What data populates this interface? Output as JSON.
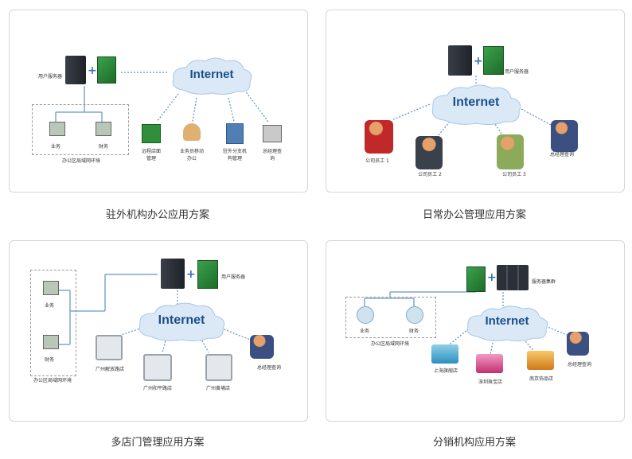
{
  "panels": [
    {
      "caption": "驻外机构办公应用方案",
      "cloud_text": "Internet",
      "user_server_label": "用户服务器",
      "lan_label": "办公区局域网环境",
      "dept_1": "业务",
      "dept_2": "财务",
      "remote_1": "远程店面管理",
      "remote_2": "业务员移动办公",
      "remote_3": "驻外分支机构管理",
      "remote_4": "总经理查询"
    },
    {
      "caption": "日常办公管理应用方案",
      "cloud_text": "Internet",
      "user_server_label": "用户服务器",
      "staff_1": "公司员工 1",
      "staff_2": "公司员工 2",
      "staff_3": "公司员工 3",
      "manager": "总经理查询"
    },
    {
      "caption": "多店门管理应用方案",
      "cloud_text": "Internet",
      "user_server_label": "用户服务器",
      "lan_label": "办公区局域网环境",
      "dept_1": "业务",
      "dept_2": "财务",
      "store_1": "广州解放路店",
      "store_2": "广州和平路店",
      "store_3": "广州黄埔店",
      "manager": "总经理查询"
    },
    {
      "caption": "分销机构应用方案",
      "cloud_text": "Internet",
      "server_group_label": "服务器集群",
      "lan_label": "办公区局域网环境",
      "dept_1": "业务",
      "dept_2": "财务",
      "branch_1": "上海旗舰店",
      "branch_2": "深圳珠宝店",
      "branch_3": "南京饰品店",
      "manager": "总经理查询"
    }
  ],
  "colors": {
    "card_border": "#d6d6d6",
    "cloud_fill": "#dbe9f7",
    "cloud_text": "#1b4f8c",
    "link_dotted": "#5b8fc7",
    "lan_line": "#7fa7cf",
    "server_dark": "#2c3038",
    "book_green": "#2e8b3a",
    "plus_blue": "#3a6fb5"
  },
  "icons": [
    "server-icon",
    "software-box-icon",
    "cloud-icon",
    "person-computer-icon",
    "monitor-icon",
    "storefront-icon",
    "building-icon",
    "mobile-user-icon"
  ]
}
